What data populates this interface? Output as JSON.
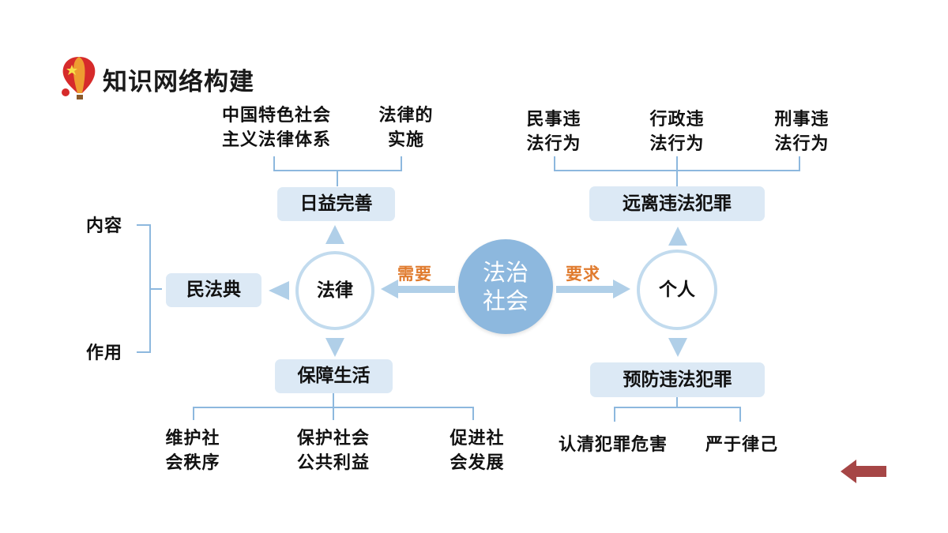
{
  "title": "知识网络构建",
  "icons": {
    "logo": "hot-air-balloon-icon",
    "back": "back-arrow-icon"
  },
  "colors": {
    "box": "#dce9f5",
    "ring": "#c2dbee",
    "hub": "#8db8de",
    "arrow": "#b0cfe8",
    "relation": "#e07b2e",
    "back": "#a64646"
  },
  "center": {
    "line1": "法治",
    "line2": "社会"
  },
  "relations": {
    "left": "需要",
    "right": "要求"
  },
  "law": {
    "label": "法律",
    "improve": {
      "label": "日益完善",
      "children": [
        {
          "line1": "中国特色社会",
          "line2": "主义法律体系"
        },
        {
          "line1": "法律的",
          "line2": "实施"
        }
      ]
    },
    "protect": {
      "label": "保障生活",
      "children": [
        {
          "line1": "维护社",
          "line2": "会秩序"
        },
        {
          "line1": "保护社会",
          "line2": "公共利益"
        },
        {
          "line1": "促进社",
          "line2": "会发展"
        }
      ]
    },
    "civil_code": {
      "label": "民法典",
      "children": [
        "内容",
        "作用"
      ]
    }
  },
  "person": {
    "label": "个人",
    "avoid": {
      "label": "远离违法犯罪",
      "children": [
        {
          "line1": "民事违",
          "line2": "法行为"
        },
        {
          "line1": "行政违",
          "line2": "法行为"
        },
        {
          "line1": "刑事违",
          "line2": "法行为"
        }
      ]
    },
    "prevent": {
      "label": "预防违法犯罪",
      "children": [
        "认清犯罪危害",
        "严于律己"
      ]
    }
  }
}
